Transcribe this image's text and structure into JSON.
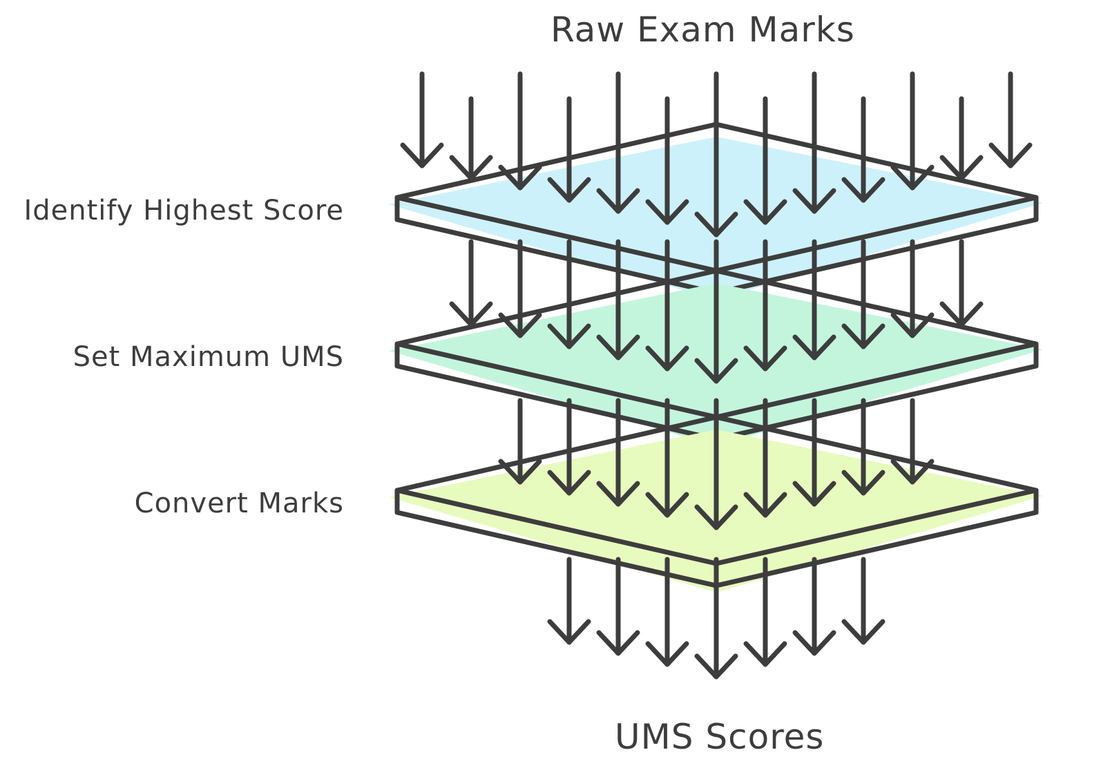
{
  "diagram": {
    "title": "Raw Exam Marks",
    "output": "UMS Scores",
    "stages": [
      {
        "label": "Identify Highest Score",
        "fill": "#cdf1fb"
      },
      {
        "label": "Set Maximum UMS",
        "fill": "#c3f5dd"
      },
      {
        "label": "Convert Marks",
        "fill": "#e8fbbe"
      }
    ],
    "stroke_color": "#3d3d3d"
  }
}
